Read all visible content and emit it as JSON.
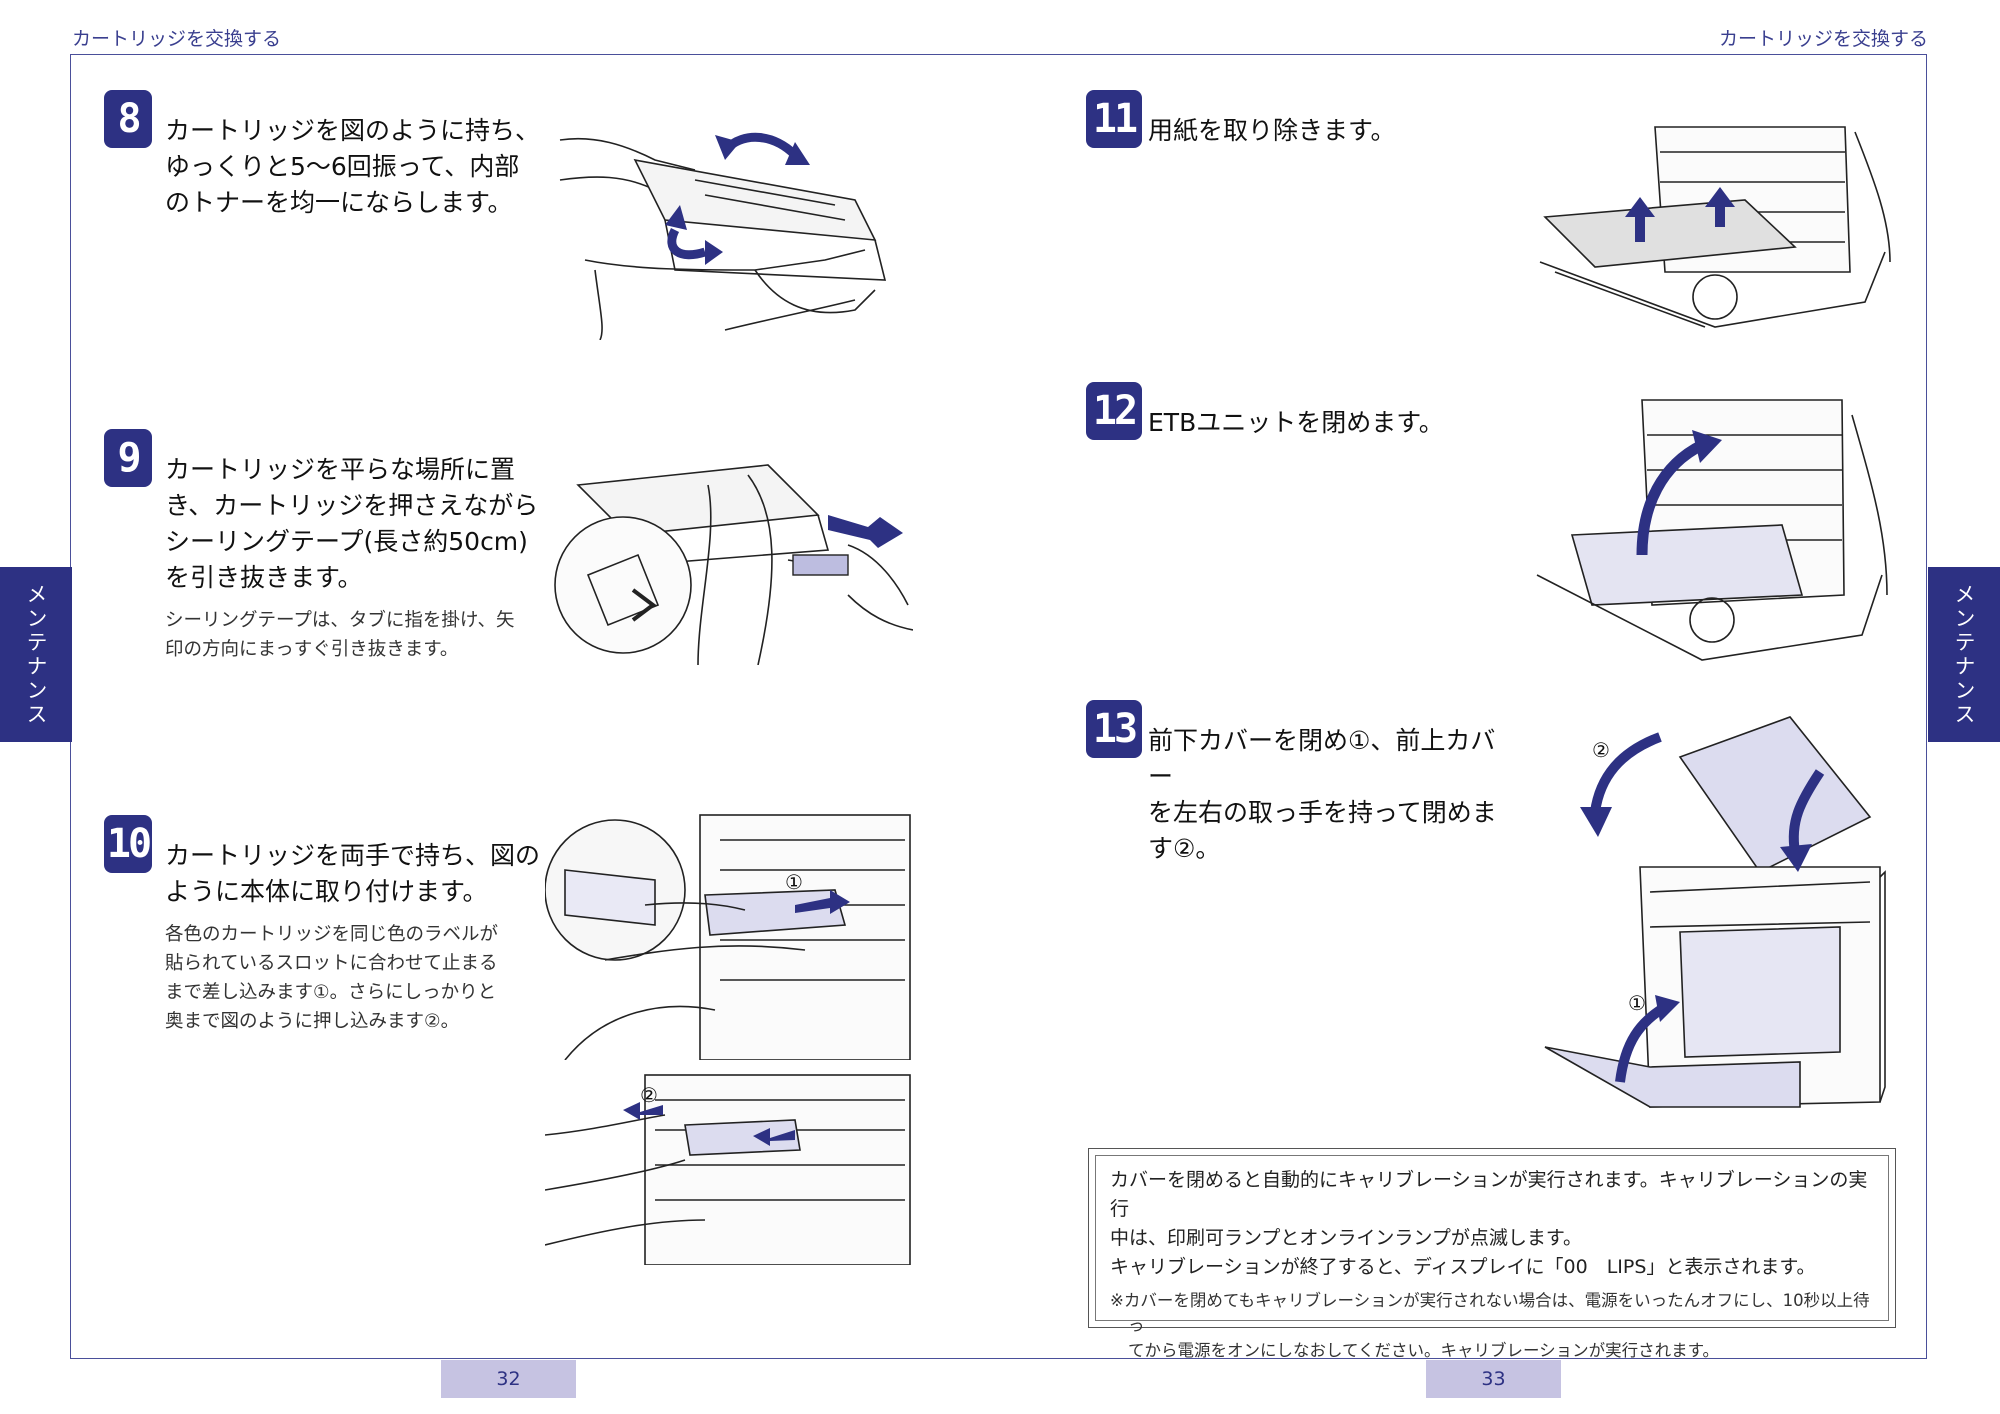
{
  "header": {
    "left": "カートリッジを交換する",
    "right": "カートリッジを交換する"
  },
  "side_tab": {
    "left": "メンテナンス",
    "right": "メンテナンス"
  },
  "pages": {
    "left": "32",
    "right": "33"
  },
  "steps": [
    {
      "num": "8",
      "title": "カートリッジを図のように持ち、\nゆっくりと5〜6回振って、内部\nのトナーを均一にならします。",
      "note": ""
    },
    {
      "num": "9",
      "title": "カートリッジを平らな場所に置\nき、カートリッジを押さえながら\nシーリングテープ(長さ約50cm)\nを引き抜きます。",
      "note": "シーリングテープは、タブに指を掛け、矢\n印の方向にまっすぐ引き抜きます。"
    },
    {
      "num": "10",
      "title": "カートリッジを両手で持ち、図の\nように本体に取り付けます。",
      "note": "各色のカートリッジを同じ色のラベルが\n貼られているスロットに合わせて止まる\nまで差し込みます①。さらにしっかりと\n奥まで図のように押し込みます②。"
    },
    {
      "num": "11",
      "title": "用紙を取り除きます。",
      "note": ""
    },
    {
      "num": "12",
      "title": "ETBユニットを閉めます。",
      "note": ""
    },
    {
      "num": "13",
      "title": "前下カバーを閉め①、前上カバー\nを左右の取っ手を持って閉めま\nす②。",
      "note": ""
    }
  ],
  "callouts": {
    "one": "①",
    "two": "②"
  },
  "notebox": {
    "main": "カバーを閉めると自動的にキャリブレーションが実行されます。キャリブレーションの実行\n中は、印刷可ランプとオンラインランプが点滅します。\nキャリブレーションが終了すると、ディスプレイに「00　LIPS」と表示されます。",
    "sub": "※カバーを閉めてもキャリブレーションが実行されない場合は、電源をいったんオフにし、10秒以上待っ\nてから電源をオンにしなおしてください。キャリブレーションが実行されます。"
  },
  "colors": {
    "accent": "#2d3183",
    "page_tab": "#c6c3e2",
    "arrow": "#2d3183"
  }
}
